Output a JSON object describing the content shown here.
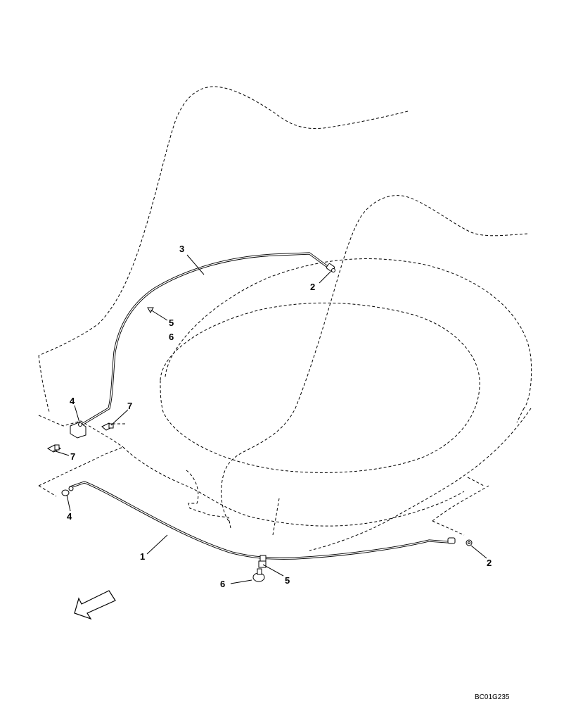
{
  "callouts": {
    "c1": "1",
    "c2_upper": "2",
    "c2_lower": "2",
    "c3": "3",
    "c4_upper": "4",
    "c4_lower": "4",
    "c5_upper": "5",
    "c5_lower": "5",
    "c6_upper": "6",
    "c6_lower": "6",
    "c7_upper": "7",
    "c7_lower": "7"
  },
  "drawing_code": "BC01G235",
  "icons": {
    "direction": "front-direction-arrow-icon"
  }
}
